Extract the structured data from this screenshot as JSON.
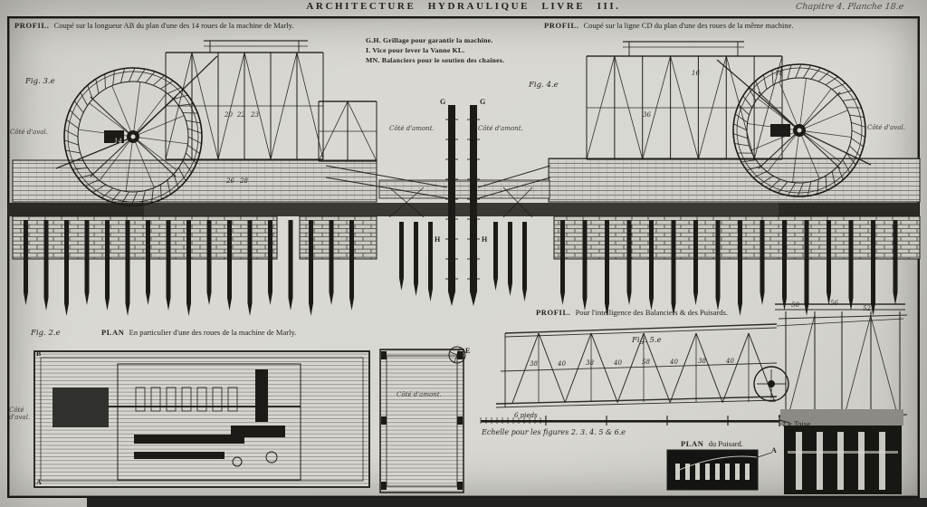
{
  "page": {
    "header_title": "ARCHITECTURE HYDRAULIQUE LIVRE III.",
    "plate_ref": "Chapitre 4. Planche 18.e"
  },
  "labels": {
    "cote_aval": "Côté d'aval.",
    "cote_amont": "Côté d'amont."
  },
  "letters": {
    "g": "G",
    "h": "H",
    "a": "A",
    "b": "B",
    "e": "E"
  },
  "sections": {
    "profile_ab": {
      "keyword": "PROFIL.",
      "title": "Coupé sur la longueur AB du plan d'une des 14 roues de la machine de Marly.",
      "fig": "Fig. 3.e"
    },
    "legend": {
      "line1": "G.H. Grillage pour garantir la machine.",
      "line2": "I. Vice pour lever la Vanne KL.",
      "line3": "MN. Balanciers pour le soutien des chaines."
    },
    "profile_cd": {
      "keyword": "PROFIL.",
      "title": "Coupé sur la ligne CD du plan d'une des roues de la même machine.",
      "fig": "Fig. 4.e"
    },
    "plan_roue": {
      "keyword": "PLAN",
      "title": "En particulier d'une des roues de la machine de Marly.",
      "fig": "Fig. 2.e"
    },
    "profil_balanciers": {
      "keyword": "PROFIL.",
      "title": "Pour l'intelligence des Balanciers & des Puisards.",
      "fig": "Fig. 5.e"
    },
    "plan_puisard": {
      "keyword": "PLAN",
      "title": "du Puisard."
    },
    "scale": {
      "left_label": "6 pieds",
      "caption": "Echelle pour les figures 2. 3. 4. 5 & 6.e",
      "right_label": "1.e Toise"
    }
  },
  "callouts": {
    "balancier": [
      "38",
      "40",
      "38",
      "40",
      "58",
      "40",
      "38",
      "40"
    ],
    "puisard_frame": [
      "50",
      "56",
      "52"
    ],
    "wheel_left": [
      "14",
      "20",
      "22",
      "23",
      "26",
      "28"
    ],
    "wheel_right": [
      "16",
      "18",
      "36"
    ],
    "puisard_plan_letter": "A"
  },
  "colors": {
    "ink": "#1c1b17",
    "paper": "#d8d7d1"
  }
}
